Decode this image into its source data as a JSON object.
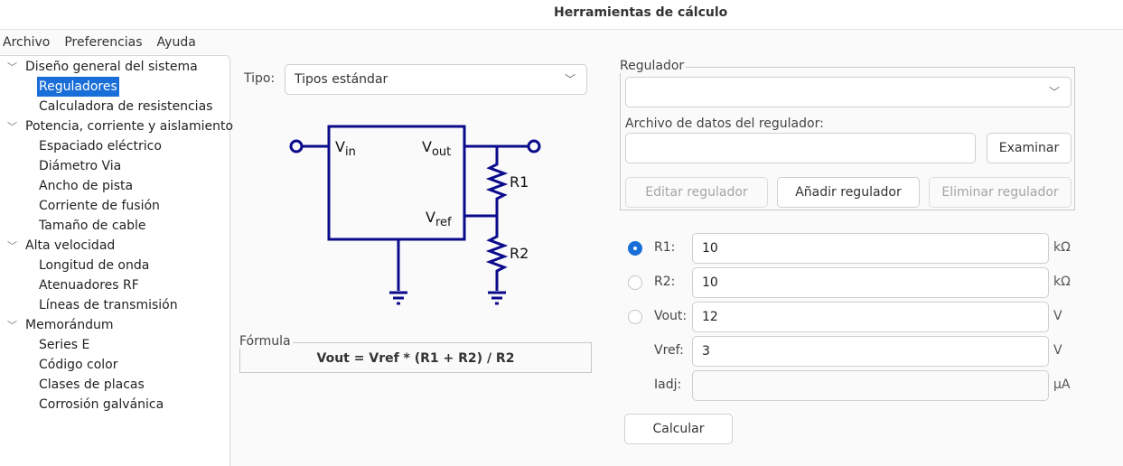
{
  "window": {
    "title": "Herramientas de cálculo"
  },
  "menu": {
    "items": [
      "Archivo",
      "Preferencias",
      "Ayuda"
    ]
  },
  "sidebar": {
    "groups": [
      {
        "label": "Diseño general del sistema",
        "children": [
          "Reguladores",
          "Calculadora de resistencias"
        ]
      },
      {
        "label": "Potencia, corriente y aislamiento",
        "children": [
          "Espaciado eléctrico",
          "Diámetro Via",
          "Ancho de pista",
          "Corriente de fusión",
          "Tamaño de cable"
        ]
      },
      {
        "label": "Alta velocidad",
        "children": [
          "Longitud de onda",
          "Atenuadores RF",
          "Líneas de transmisión"
        ]
      },
      {
        "label": "Memorándum",
        "children": [
          "Series E",
          "Código color",
          "Clases de placas",
          "Corrosión galvánica"
        ]
      }
    ],
    "selected": "Reguladores",
    "selection_color": "#1a6ed8"
  },
  "type_selector": {
    "label": "Tipo:",
    "value": "Tipos estándar"
  },
  "schematic": {
    "labels": {
      "vin": "V",
      "vin_sub": "in",
      "vout": "V",
      "vout_sub": "out",
      "vref": "V",
      "vref_sub": "ref",
      "r1": "R1",
      "r2": "R2"
    },
    "stroke_color": "#0a0a8c"
  },
  "formula": {
    "legend": "Fórmula",
    "text": "Vout = Vref * (R1 + R2) / R2"
  },
  "regulator": {
    "legend": "Regulador",
    "selected": "",
    "file_label": "Archivo de datos del regulador:",
    "file_value": "",
    "browse_label": "Examinar",
    "edit_label": "Editar regulador",
    "add_label": "Añadir regulador",
    "delete_label": "Eliminar regulador"
  },
  "params": [
    {
      "label": "R1:",
      "value": "10",
      "unit": "kΩ",
      "radio": true,
      "checked": true
    },
    {
      "label": "R2:",
      "value": "10",
      "unit": "kΩ",
      "radio": true,
      "checked": false
    },
    {
      "label": "Vout:",
      "value": "12",
      "unit": "V",
      "radio": true,
      "checked": false
    },
    {
      "label": "Vref:",
      "value": "3",
      "unit": "V",
      "radio": false,
      "checked": false
    },
    {
      "label": "Iadj:",
      "value": "",
      "unit": "μA",
      "radio": false,
      "checked": false
    }
  ],
  "calculate_label": "Calcular"
}
